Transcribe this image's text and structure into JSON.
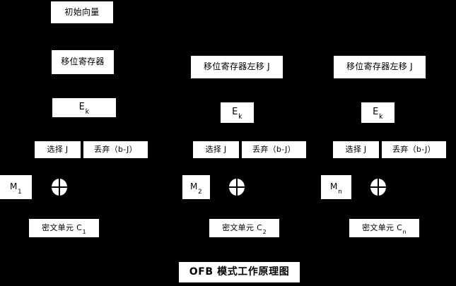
{
  "diagram": {
    "title": "OFB 模式工作原理图",
    "background_color": "#000000",
    "box_color": "#ffffff",
    "text_color": "#000000"
  },
  "initial_vector": {
    "label": "初始向量"
  },
  "columns": [
    {
      "register_label": "移位寄存器",
      "encrypt_label_main": "E",
      "encrypt_label_sub": "k",
      "select_label": "选择 J",
      "discard_label": "丢弃（b-J）",
      "plaintext_main": "M",
      "plaintext_sub": "1",
      "xor_symbol": "xor",
      "ciphertext_main": "密文单元 C",
      "ciphertext_sub": "1"
    },
    {
      "register_label": "移位寄存器左移 J",
      "encrypt_label_main": "E",
      "encrypt_label_sub": "k",
      "select_label": "选择 J",
      "discard_label": "丢弃（b-J）",
      "plaintext_main": "M",
      "plaintext_sub": "2",
      "xor_symbol": "xor",
      "ciphertext_main": "密文单元 C",
      "ciphertext_sub": "2"
    },
    {
      "register_label": "移位寄存器左移 J",
      "encrypt_label_main": "E",
      "encrypt_label_sub": "k",
      "select_label": "选择 J",
      "discard_label": "丢弃（b-J）",
      "plaintext_main": "M",
      "plaintext_sub": "n",
      "xor_symbol": "xor",
      "ciphertext_main": "密文单元 C",
      "ciphertext_sub": "n"
    }
  ]
}
